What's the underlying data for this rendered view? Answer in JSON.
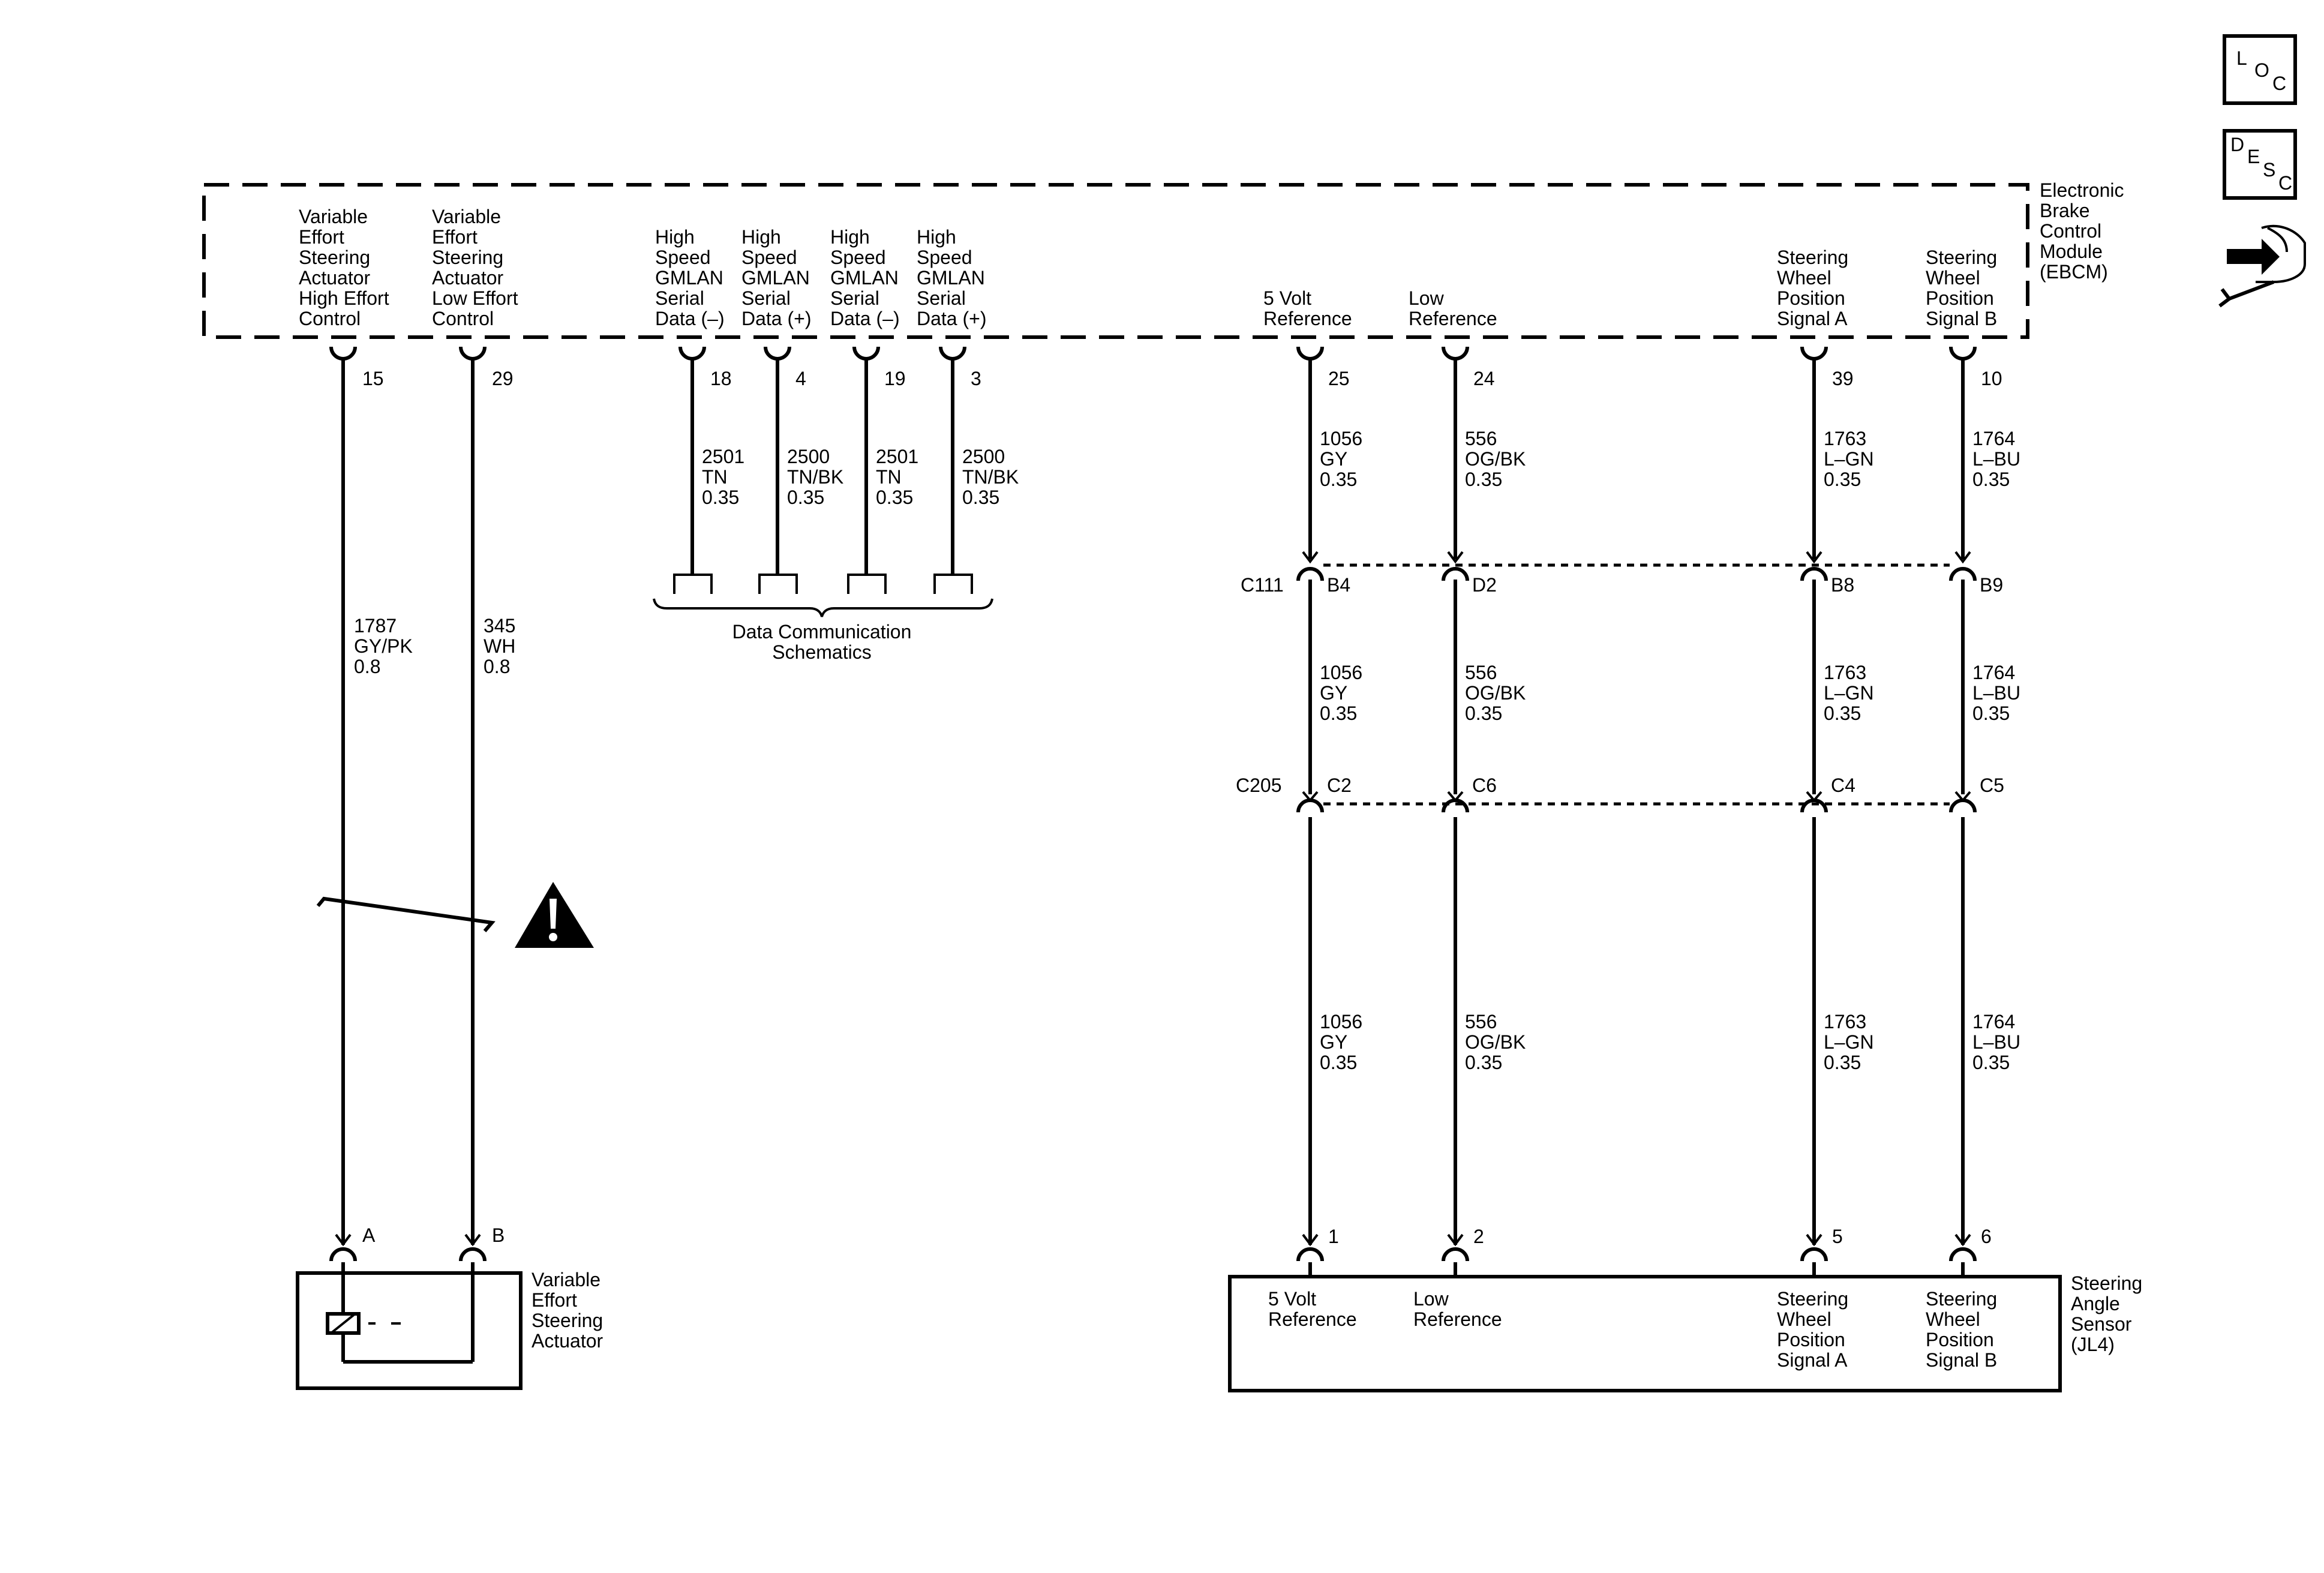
{
  "icons": {
    "loc": {
      "l1": "L",
      "l2": "O",
      "l3": "C"
    },
    "desc": {
      "l1": "D",
      "l2": "E",
      "l3": "S",
      "l4": "C"
    }
  },
  "ebcm": {
    "name": [
      "Electronic",
      "Brake",
      "Control",
      "Module",
      "(EBCM)"
    ]
  },
  "ebcm_pins": [
    {
      "id": "p15",
      "label": [
        "Variable",
        "Effort",
        "Steering",
        "Actuator",
        "High Effort",
        "Control"
      ],
      "pin": "15"
    },
    {
      "id": "p29",
      "label": [
        "Variable",
        "Effort",
        "Steering",
        "Actuator",
        "Low Effort",
        "Control"
      ],
      "pin": "29"
    },
    {
      "id": "p18",
      "label": [
        "High",
        "Speed",
        "GMLAN",
        "Serial",
        "Data (–)"
      ],
      "pin": "18"
    },
    {
      "id": "p4",
      "label": [
        "High",
        "Speed",
        "GMLAN",
        "Serial",
        "Data (+)"
      ],
      "pin": "4"
    },
    {
      "id": "p19",
      "label": [
        "High",
        "Speed",
        "GMLAN",
        "Serial",
        "Data (–)"
      ],
      "pin": "19"
    },
    {
      "id": "p3",
      "label": [
        "High",
        "Speed",
        "GMLAN",
        "Serial",
        "Data (+)"
      ],
      "pin": "3"
    },
    {
      "id": "p25",
      "label": [
        "5 Volt",
        "Reference"
      ],
      "pin": "25"
    },
    {
      "id": "p24",
      "label": [
        "Low",
        "Reference"
      ],
      "pin": "24"
    },
    {
      "id": "p39",
      "label": [
        "Steering",
        "Wheel",
        "Position",
        "Signal A"
      ],
      "pin": "39"
    },
    {
      "id": "p10",
      "label": [
        "Steering",
        "Wheel",
        "Position",
        "Signal B"
      ],
      "pin": "10"
    }
  ],
  "wire_labels": {
    "w15": [
      "1787",
      "GY/PK",
      "0.8"
    ],
    "w29": [
      "345",
      "WH",
      "0.8"
    ],
    "w18": [
      "2501",
      "TN",
      "0.35"
    ],
    "w4": [
      "2500",
      "TN/BK",
      "0.35"
    ],
    "w19": [
      "2501",
      "TN",
      "0.35"
    ],
    "w3": [
      "2500",
      "TN/BK",
      "0.35"
    ],
    "w25a": [
      "1056",
      "GY",
      "0.35"
    ],
    "w24a": [
      "556",
      "OG/BK",
      "0.35"
    ],
    "w39a": [
      "1763",
      "L–GN",
      "0.35"
    ],
    "w10a": [
      "1764",
      "L–BU",
      "0.35"
    ],
    "w25b": [
      "1056",
      "GY",
      "0.35"
    ],
    "w24b": [
      "556",
      "OG/BK",
      "0.35"
    ],
    "w39b": [
      "1763",
      "L–GN",
      "0.35"
    ],
    "w10b": [
      "1764",
      "L–BU",
      "0.35"
    ],
    "w25c": [
      "1056",
      "GY",
      "0.35"
    ],
    "w24c": [
      "556",
      "OG/BK",
      "0.35"
    ],
    "w39c": [
      "1763",
      "L–GN",
      "0.35"
    ],
    "w10c": [
      "1764",
      "L–BU",
      "0.35"
    ]
  },
  "data_comm": [
    "Data Communication",
    "Schematics"
  ],
  "c111": {
    "name": "C111",
    "pins": [
      "B4",
      "D2",
      "B8",
      "B9"
    ]
  },
  "c205": {
    "name": "C205",
    "pins": [
      "C2",
      "C6",
      "C4",
      "C5"
    ]
  },
  "actuator": {
    "name": [
      "Variable",
      "Effort",
      "Steering",
      "Actuator"
    ],
    "pins": [
      "A",
      "B"
    ]
  },
  "sensor": {
    "name": [
      "Steering",
      "Angle",
      "Sensor",
      "(JL4)"
    ],
    "pins": [
      "1",
      "2",
      "5",
      "6"
    ],
    "labels": [
      [
        "5 Volt",
        "Reference"
      ],
      [
        "Low",
        "Reference"
      ],
      [
        "Steering",
        "Wheel",
        "Position",
        "Signal A"
      ],
      [
        "Steering",
        "Wheel",
        "Position",
        "Signal B"
      ]
    ]
  }
}
